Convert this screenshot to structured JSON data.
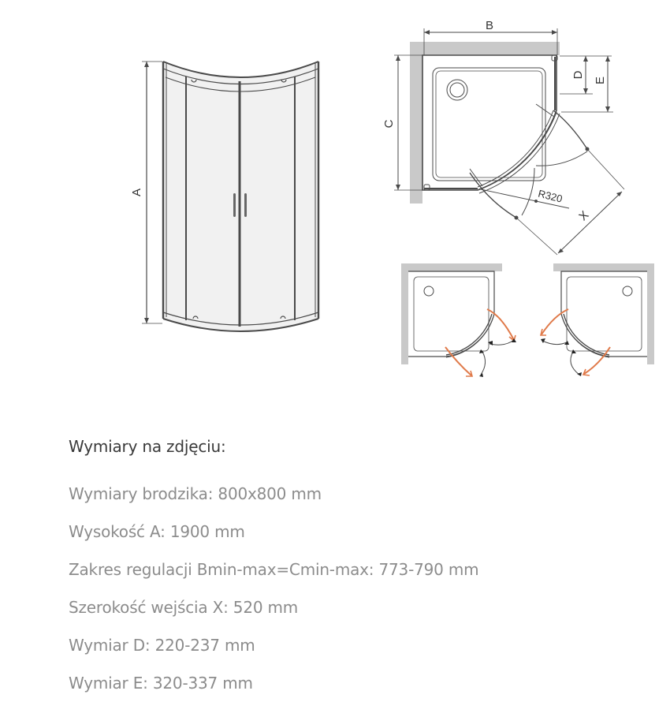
{
  "diagram": {
    "front_view": {
      "height_label": "A"
    },
    "plan_view": {
      "width_label": "B",
      "depth_label": "C",
      "dim_d_label": "D",
      "dim_e_label": "E",
      "radius_label": "R320",
      "entry_label": "X"
    },
    "door_swing_views": {
      "left_variant": "door-swing-left",
      "right_variant": "door-swing-right",
      "swing_arrow_color": "#e07a4a"
    }
  },
  "specs": {
    "heading": "Wymiary na zdjęciu:",
    "rows": [
      "Wymiary brodzika: 800x800 mm",
      "Wysokość A: 1900 mm",
      "Zakres regulacji Bmin-max=Cmin-max: 773-790 mm",
      "Szerokość wejścia X: 520 mm",
      "Wymiar D: 220-237 mm",
      "Wymiar E: 320-337 mm"
    ]
  },
  "colors": {
    "heading_text": "#3a3a3a",
    "body_text": "#8c8c8c",
    "line": "#4a4a4a",
    "wall": "#c8c8c8",
    "accent_arrow": "#e07a4a"
  }
}
